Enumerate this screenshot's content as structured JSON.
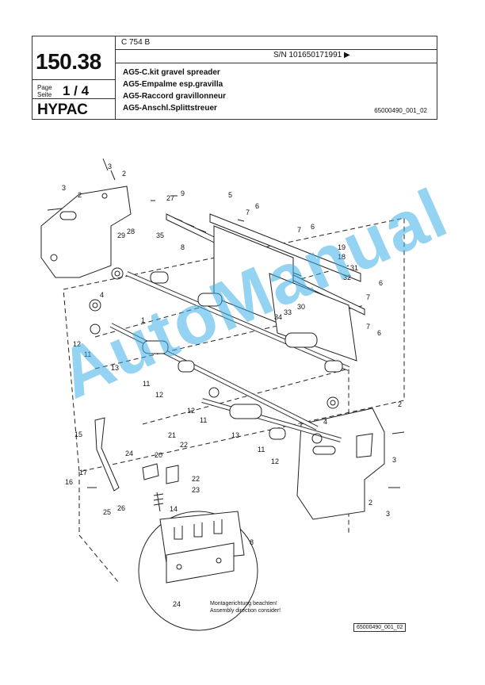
{
  "header": {
    "page_number": "150.38",
    "page_label": "Page\nSeite",
    "page_value": "1 / 4",
    "brand": "HYPAC",
    "model": "C 754 B",
    "serial": "S/N 101650171991  ▶",
    "titles": [
      "AG5-C.kit gravel spreader",
      "AG5-Empalme esp.gravilla",
      "AG5-Raccord gravillonneur",
      "AG5-Anschl.Splittstreuer"
    ],
    "doc_ref": "65000490_001_02"
  },
  "drawing": {
    "callouts": [
      "1",
      "2",
      "3",
      "4",
      "5",
      "6",
      "7",
      "8",
      "9",
      "11",
      "12",
      "13",
      "14",
      "15",
      "16",
      "17",
      "18",
      "19",
      "20",
      "21",
      "22",
      "23",
      "24",
      "25",
      "26",
      "27",
      "28",
      "29",
      "30",
      "31",
      "32",
      "33",
      "34",
      "35"
    ],
    "note_line1": "Montagerichtung beachten!",
    "note_line2": "Assembly direction consider!",
    "detail_callout_rack": "8",
    "detail_callout_block": "24"
  },
  "footer_ref": "65000490_001_02",
  "watermark": "AutoManual",
  "colors": {
    "watermark": "#3cafe6",
    "line": "#222222"
  }
}
